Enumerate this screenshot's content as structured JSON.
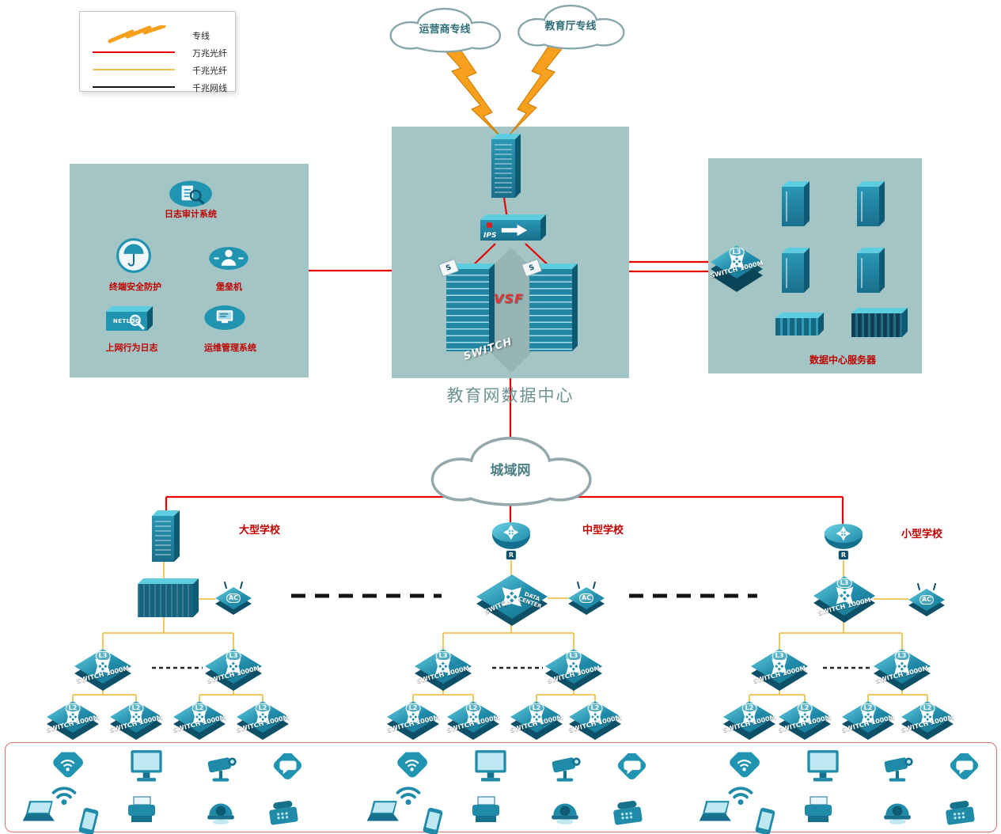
{
  "legend": {
    "items": [
      {
        "label": "专线"
      },
      {
        "label": "万兆光纤"
      },
      {
        "label": "千兆光纤"
      },
      {
        "label": "千兆网线"
      }
    ]
  },
  "clouds": {
    "carrier": "运营商专线",
    "education": "教育厅专线",
    "man": "城域网"
  },
  "datacenter": {
    "title": "教育网数据中心"
  },
  "security": {
    "items": [
      {
        "label": "日志审计系统"
      },
      {
        "label": "终端安全防护"
      },
      {
        "label": "堡垒机"
      },
      {
        "label": "上网行为日志",
        "icon_text": "NETLOG"
      },
      {
        "label": "运维管理系统"
      }
    ]
  },
  "server_room": {
    "label": "数据中心服务器"
  },
  "schools": [
    {
      "name": "大型学校"
    },
    {
      "name": "中型学校"
    },
    {
      "name": "小型学校"
    }
  ],
  "labels": {
    "l3": "L3",
    "l2": "L2",
    "ac": "AC",
    "r": "R",
    "switch_1000m": "SWITCH 1000M",
    "switch": "SWITCH",
    "data_center": "DATA CENTER",
    "ips": "IPS",
    "vsf": "VSF",
    "s_flag": "S"
  },
  "colors": {
    "line_10g": "#e80000",
    "line_1g_fiber": "#f2c14e",
    "line_1g_cable": "#151515",
    "device_teal": "#1f8ba9",
    "panel_teal": "#a4c5c5"
  }
}
